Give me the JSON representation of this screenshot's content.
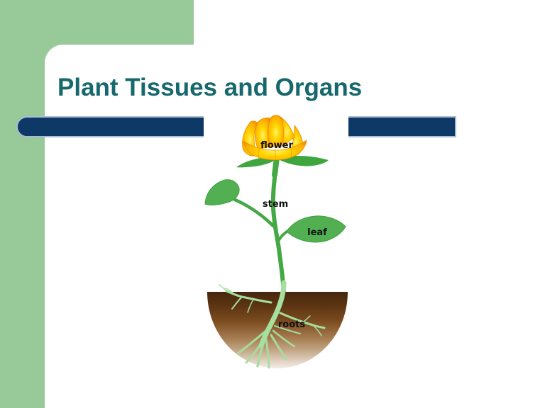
{
  "slide": {
    "title": "Plant Tissues and Organs"
  },
  "plant_diagram": {
    "labels": {
      "flower": "flower",
      "stem": "stem",
      "leaf": "leaf",
      "roots": "roots"
    }
  },
  "palette": {
    "accent_green": "#98C998",
    "title_teal": "#17686D",
    "bar_navy": "#0E3866",
    "bar_border": "#A9BDD2",
    "stem_green": "#44A844",
    "leaf_green": "#52B052",
    "sepal_green": "#3FA63F",
    "root_pale_green": "#A5E09F",
    "soil_dark_brown": "#46280E",
    "soil_light_tan": "#F2EDE7",
    "flower_yellow": "#FFD500",
    "flower_orange": "#F08A00",
    "label_text": "#111111"
  }
}
